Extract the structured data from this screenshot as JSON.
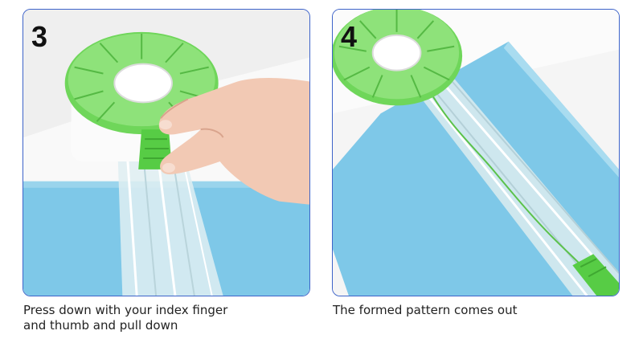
{
  "steps": [
    {
      "number": "3",
      "caption": "Press down with your index finger and thumb and pull down"
    },
    {
      "number": "4",
      "caption": "The formed pattern comes out"
    }
  ],
  "colors": {
    "panel_border": "#3d63c9",
    "dial_green": "#6fd65a",
    "paper_blue": "#7ec8e8",
    "ruler_clear": "#dde9ec"
  }
}
